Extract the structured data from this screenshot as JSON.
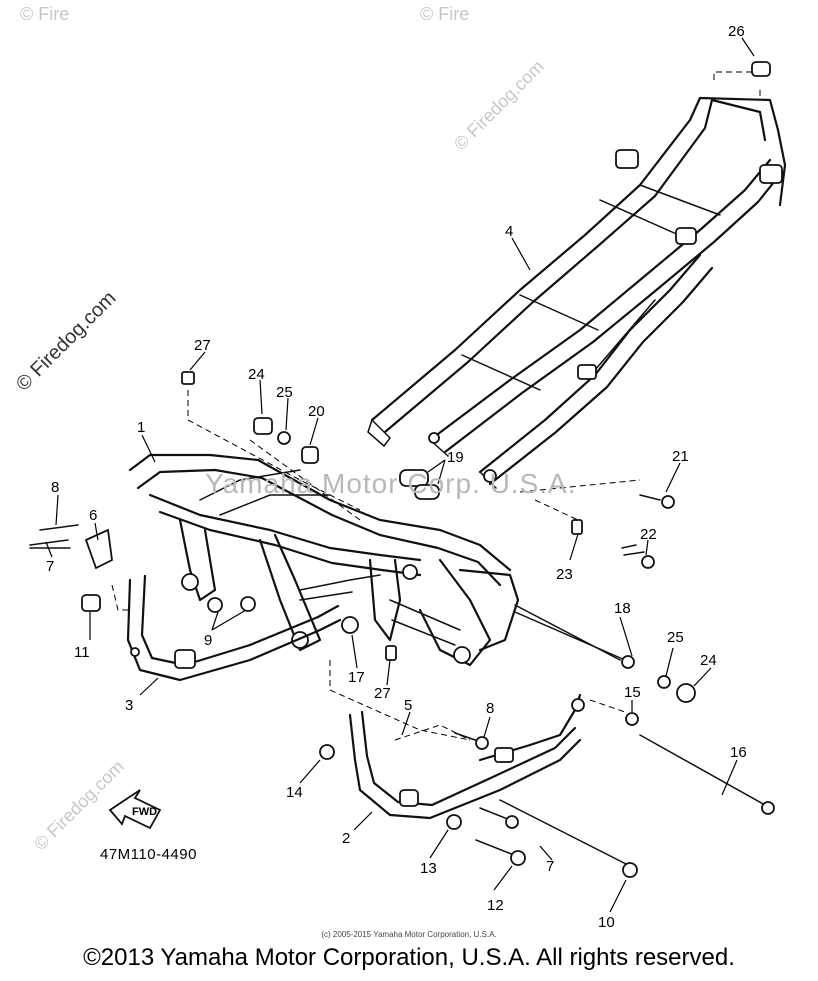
{
  "diagram": {
    "labels": [
      "26",
      "4",
      "27",
      "24",
      "25",
      "20",
      "1",
      "19",
      "21",
      "8",
      "6",
      "22",
      "7",
      "23",
      "11",
      "9",
      "18",
      "3",
      "17",
      "27",
      "25",
      "24",
      "15",
      "5",
      "8",
      "16",
      "14",
      "2",
      "7",
      "13",
      "12",
      "10"
    ],
    "code": "47M110-4490",
    "fwd": "FWD"
  },
  "watermarks": {
    "side": "© Firedog.com",
    "corner_1": "© Fire",
    "corner_2": "© Fire",
    "lower_left": "© Firedog.com",
    "upper_mid": "© Firedog.com",
    "center": "Yamaha Motor Corp. U.S.A."
  },
  "footer": {
    "small": "(c) 2005-2015 Yamaha Motor Corporation, U.S.A.",
    "main": "©2013 Yamaha Motor Corporation, U.S.A. All rights reserved."
  }
}
